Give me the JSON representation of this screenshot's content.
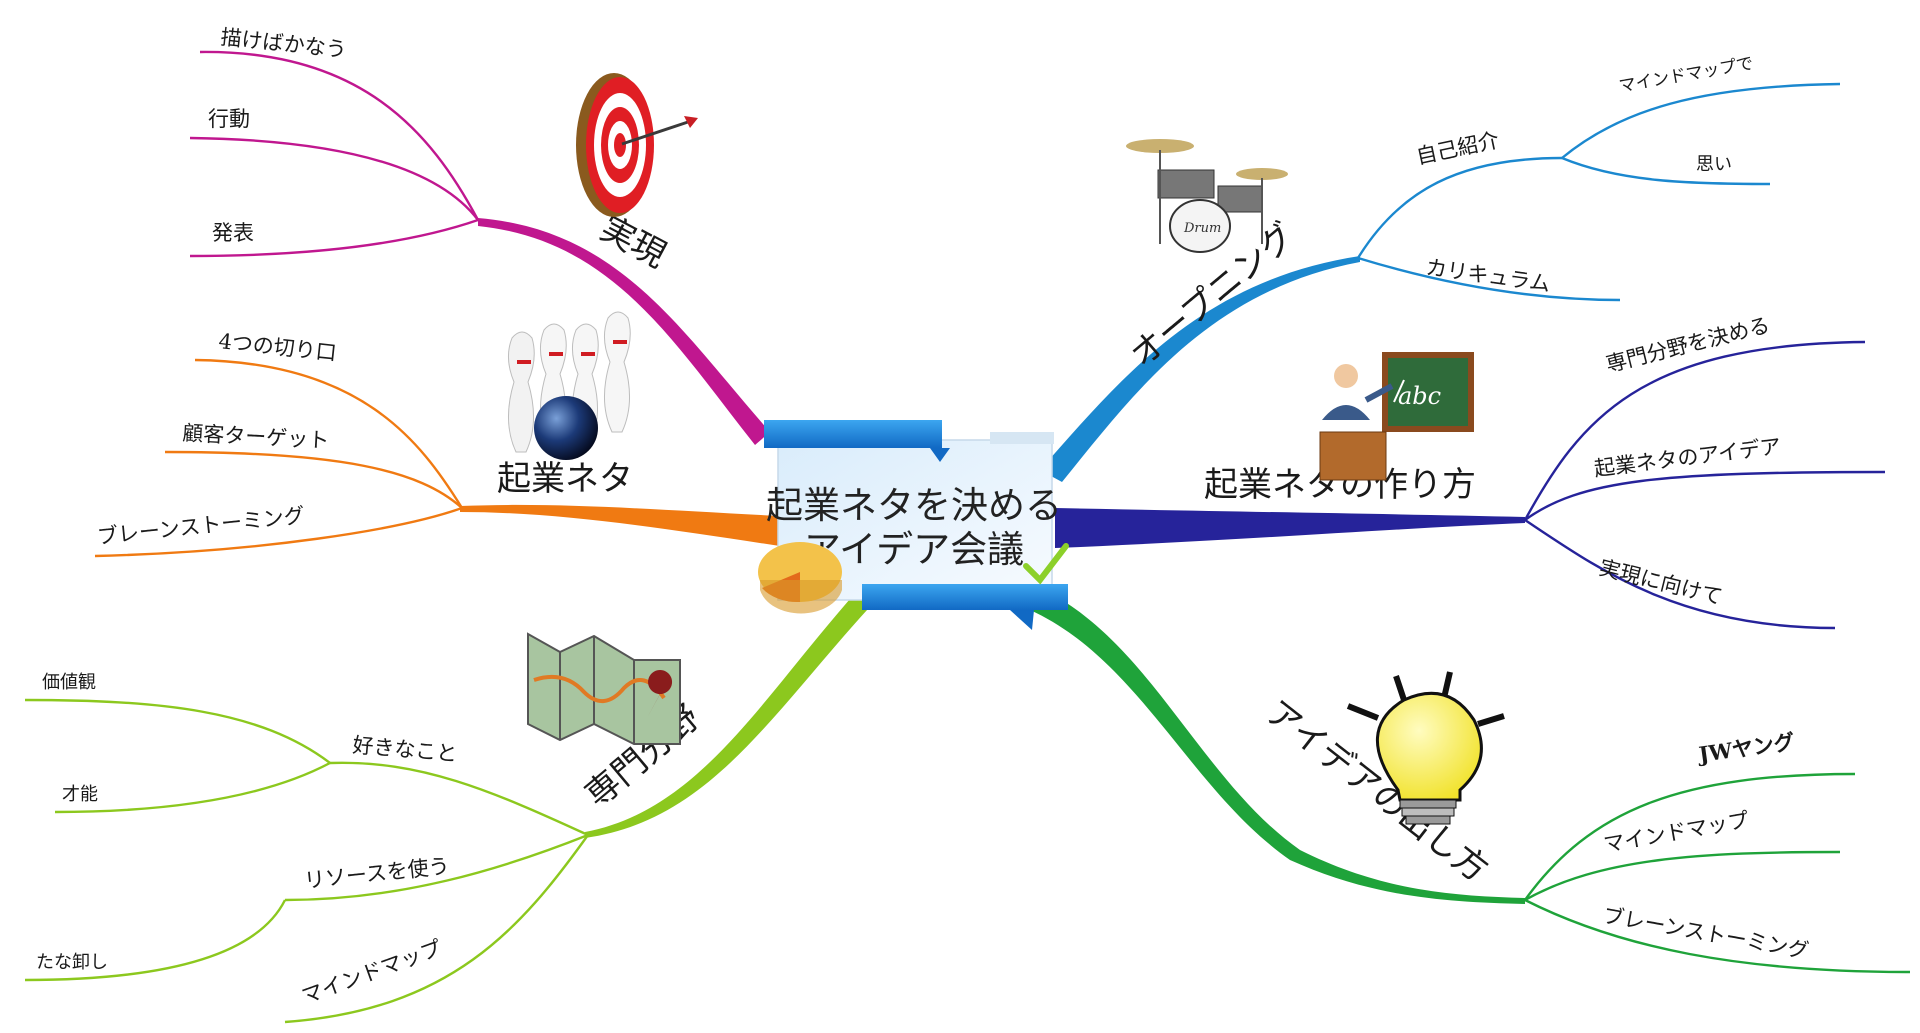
{
  "center": {
    "line1": "起業ネタを決める",
    "line2": "アイデア会議"
  },
  "branches": {
    "jitsugen": {
      "label": "実現",
      "color": "#c0178f",
      "icon": "target-icon",
      "children": [
        "描けばかなう",
        "行動",
        "発表"
      ]
    },
    "kigyo_neta": {
      "label": "起業ネタ",
      "color": "#f07a12",
      "icon": "bowling-icon",
      "children": [
        "4つの切り口",
        "顧客ターゲット",
        "ブレーンストーミング"
      ]
    },
    "senmon": {
      "label": "専門分野",
      "color": "#8cc81e",
      "icon": "map-icon",
      "sub_like": "好きなこと",
      "sub_like_children": [
        "価値観",
        "才能"
      ],
      "sub_resource": "リソースを使う",
      "sub_resource_children": [
        "たな卸し"
      ],
      "sub_mindmap": "マインドマップ"
    },
    "opening": {
      "label": "オープニング",
      "color": "#1b88cf",
      "icon": "drum-icon",
      "sub_intro": "自己紹介",
      "sub_intro_children": [
        "マインドマップで",
        "思い"
      ],
      "sub_curriculum": "カリキュラム"
    },
    "tsukurikata": {
      "label": "起業ネタの作り方",
      "color": "#26239a",
      "icon": "teacher-icon",
      "blackboard": "abc",
      "children": [
        "専門分野を決める",
        "起業ネタのアイデア",
        "実現に向けて"
      ]
    },
    "idea": {
      "label": "アイデアの出し方",
      "color": "#1fa33a",
      "icon": "lightbulb-icon",
      "children": [
        "JWヤング",
        "マインドマップ",
        "ブレーンストーミング"
      ]
    }
  }
}
